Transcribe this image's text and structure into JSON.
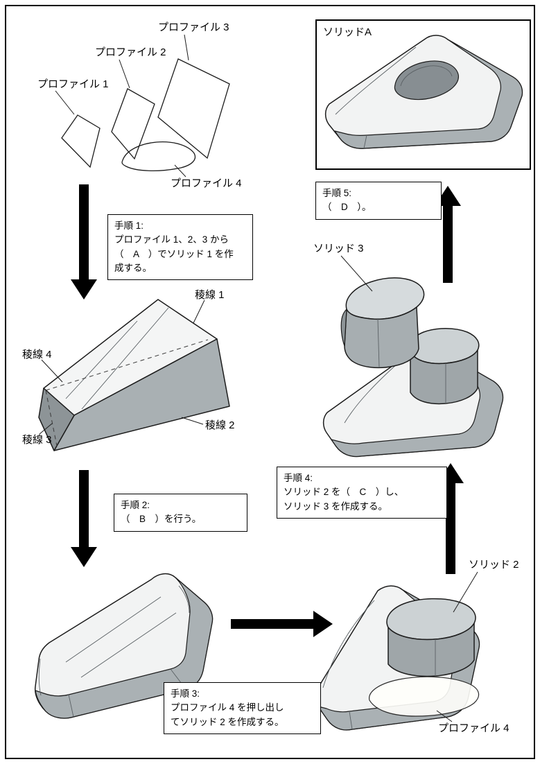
{
  "figure": {
    "background": "#ffffff",
    "border_color": "#000000"
  },
  "colors": {
    "light_face": "#f2f3f3",
    "mid_face": "#aab1b4",
    "dark_face": "#8d9497",
    "box_top": "#ccd2d4",
    "box_front": "#9fa6a9",
    "hole_fill": "#878e92",
    "arrow": "#000000",
    "line": "#1c1c1c"
  },
  "labels": {
    "profile1": "プロファイル 1",
    "profile2": "プロファイル 2",
    "profile3": "プロファイル 3",
    "profile4_top": "プロファイル 4",
    "profile4_bottom": "プロファイル 4",
    "solid_a": "ソリッドA",
    "solid_2": "ソリッド 2",
    "solid_3": "ソリッド 3",
    "edge1": "稜線 1",
    "edge2": "稜線 2",
    "edge3": "稜線 3",
    "edge4": "稜線 4"
  },
  "steps": {
    "step1": {
      "title": "手順 1:",
      "line1": "プロファイル 1、2、3 から",
      "line2": "（　A　）でソリッド 1 を作",
      "line3": "成する。"
    },
    "step2": {
      "title": "手順 2:",
      "line1": "（　B　）を行う。"
    },
    "step3": {
      "title": "手順 3:",
      "line1": "プロファイル 4 を押し出し",
      "line2": "てソリッド 2 を作成する。"
    },
    "step4": {
      "title": "手順 4:",
      "line1": "ソリッド 2 を（　C　）し、",
      "line2": "ソリッド 3 を作成する。"
    },
    "step5": {
      "title": "手順 5:",
      "line1": "（　D　）。"
    }
  }
}
